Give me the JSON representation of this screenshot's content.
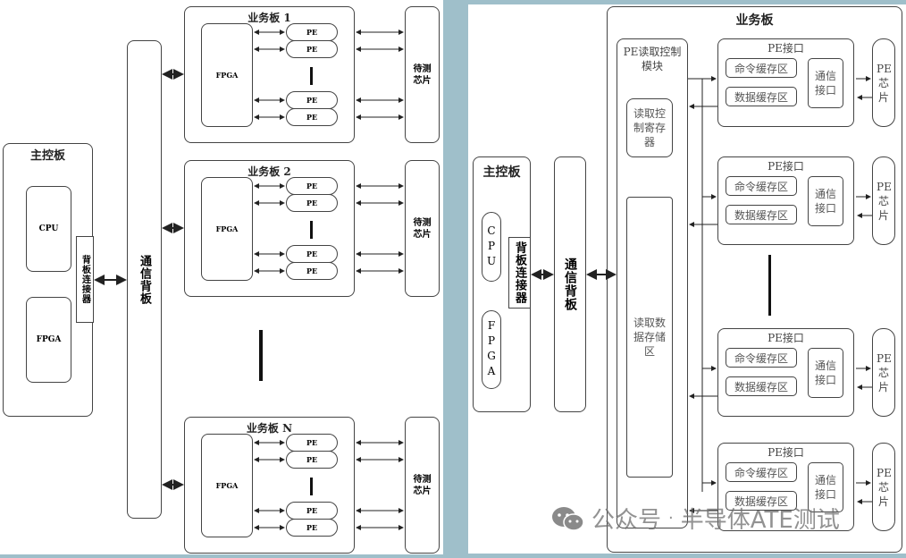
{
  "left_diagram": {
    "main_board": {
      "title": "主控板",
      "cpu": "CPU",
      "fpga": "FPGA",
      "connector": "背板连接器"
    },
    "backplane": "通信背板",
    "business_boards": [
      {
        "title": "业务板 1",
        "fpga": "FPGA",
        "pe": [
          "PE",
          "PE",
          "PE",
          "PE"
        ],
        "dut": "待测芯片"
      },
      {
        "title": "业务板 2",
        "fpga": "FPGA",
        "pe": [
          "PE",
          "PE",
          "PE",
          "PE"
        ],
        "dut": "待测芯片"
      },
      {
        "title": "业务板 N",
        "fpga": "FPGA",
        "pe": [
          "PE",
          "PE",
          "PE",
          "PE"
        ],
        "dut": "待测芯片"
      }
    ]
  },
  "right_diagram": {
    "main_board": {
      "title": "主控板",
      "cpu": "CPU",
      "fpga": "FPGA",
      "connector": "背板连接器"
    },
    "backplane": "通信背板",
    "business_board": {
      "title": "业务板",
      "read_ctrl_module": {
        "title": "PE读取控制模块",
        "register": "读取控制寄存器",
        "storage": "读取数据存储区"
      },
      "pe_interfaces": [
        {
          "title": "PE接口",
          "cmd_buf": "命令缓存区",
          "data_buf": "数据缓存区",
          "comm": "通信接口",
          "chip": "PE芯片"
        },
        {
          "title": "PE接口",
          "cmd_buf": "命令缓存区",
          "data_buf": "数据缓存区",
          "comm": "通信接口",
          "chip": "PE芯片"
        },
        {
          "title": "PE接口",
          "cmd_buf": "命令缓存区",
          "data_buf": "数据缓存区",
          "comm": "通信接口",
          "chip": "PE芯片"
        },
        {
          "title": "PE接口",
          "cmd_buf": "命令缓存区",
          "data_buf": "数据缓存区",
          "comm": "通信接口",
          "chip": "PE芯片"
        }
      ]
    }
  },
  "watermark": {
    "prefix": "公众号",
    "separator": "·",
    "name": "半导体ATE测试"
  }
}
